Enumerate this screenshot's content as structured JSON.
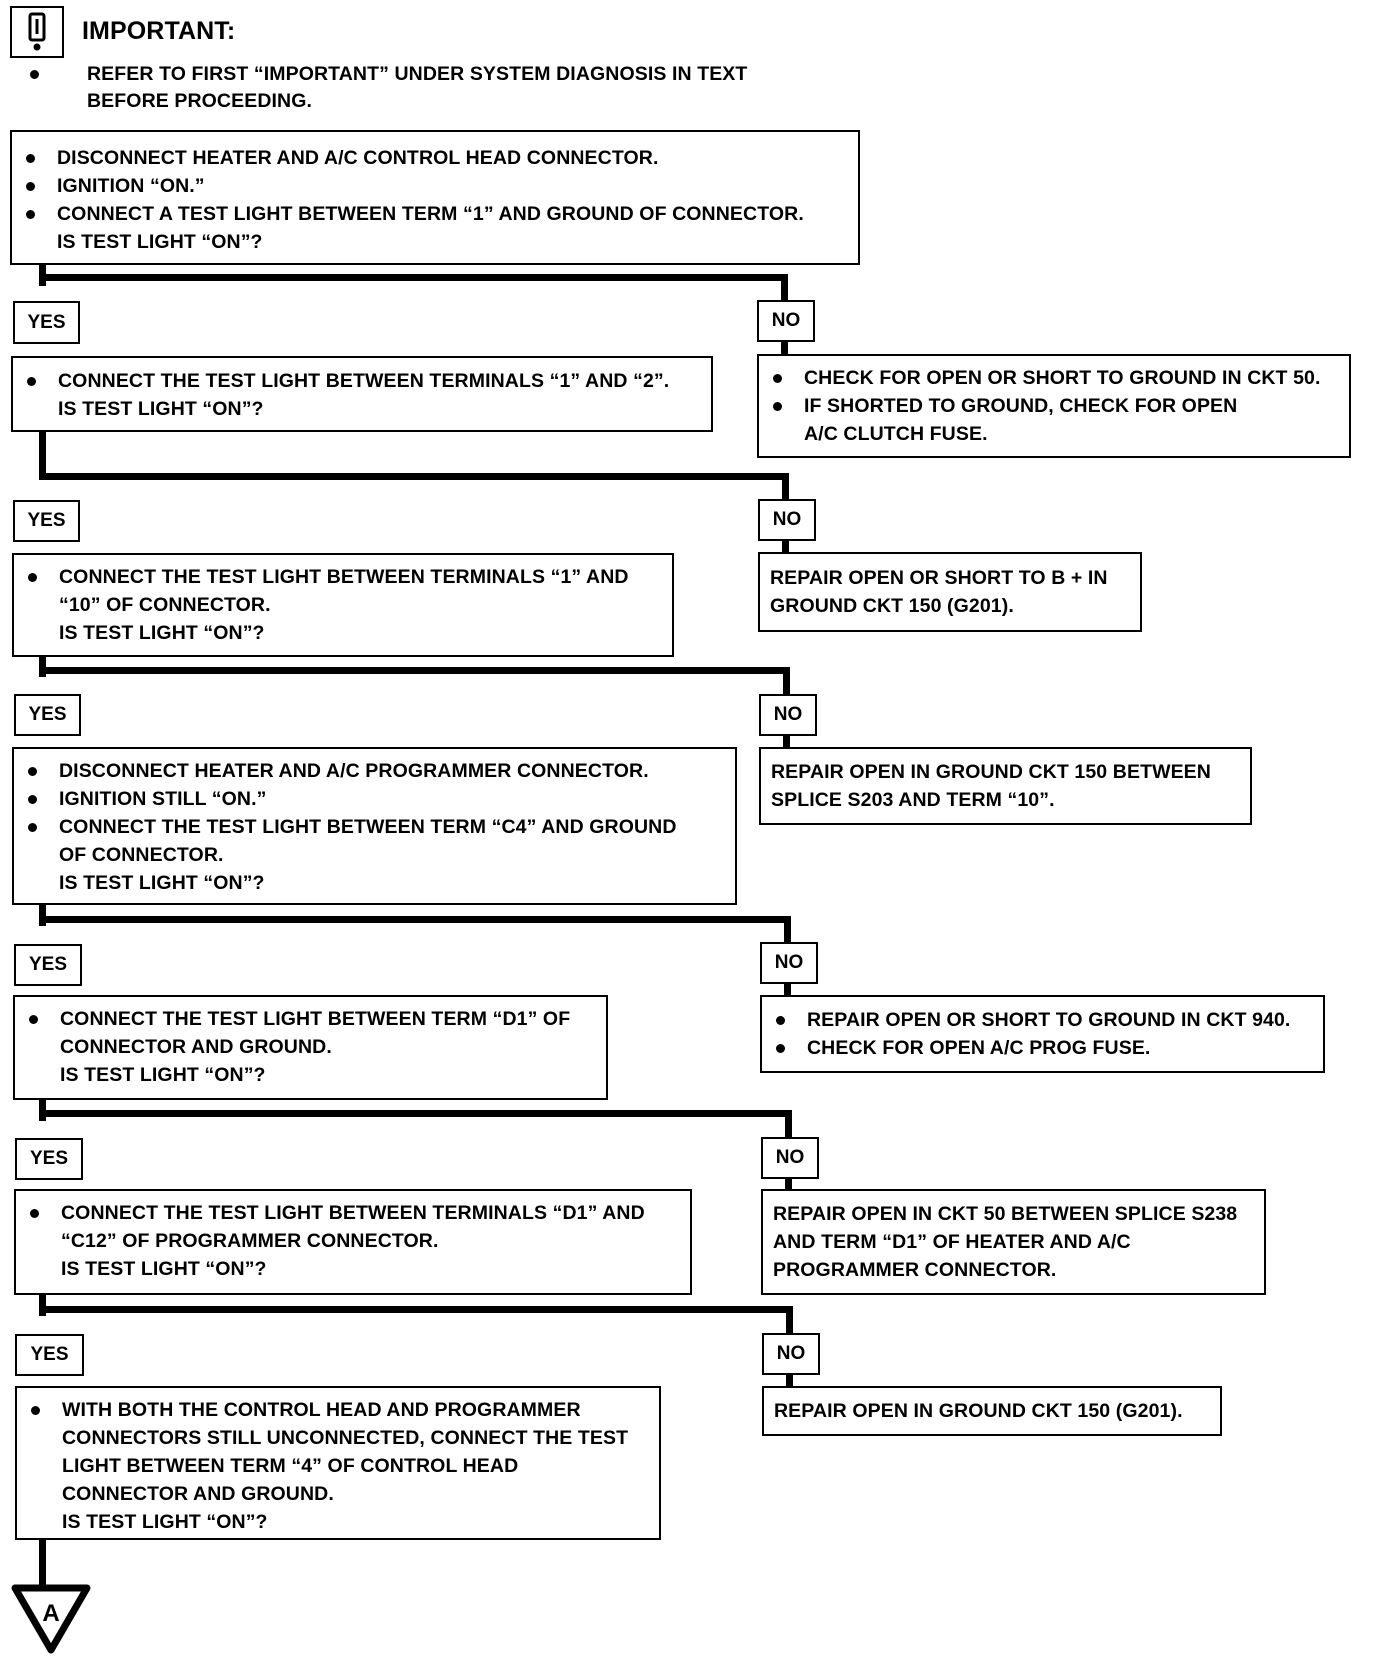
{
  "header": {
    "icon": "exclamation-warning-icon",
    "title": "IMPORTANT:",
    "note_lines": [
      "REFER TO FIRST “IMPORTANT” UNDER SYSTEM DIAGNOSIS IN TEXT",
      "BEFORE PROCEEDING."
    ]
  },
  "labels": {
    "yes": "YES",
    "no": "NO"
  },
  "steps": [
    {
      "bullets": [
        "DISCONNECT HEATER AND A/C CONTROL HEAD CONNECTOR.",
        "IGNITION “ON.”",
        "CONNECT A TEST LIGHT BETWEEN TERM “1” AND GROUND OF CONNECTOR."
      ],
      "question": "IS TEST LIGHT “ON”?"
    },
    {
      "bullets": [
        "CONNECT THE TEST LIGHT BETWEEN TERMINALS “1” AND “2”."
      ],
      "question": "IS TEST LIGHT “ON”?"
    },
    {
      "bullets": [
        "CONNECT THE TEST LIGHT BETWEEN TERMINALS “1” AND",
        "“10” OF CONNECTOR."
      ],
      "question": "IS TEST LIGHT “ON”?"
    },
    {
      "bullets": [
        "DISCONNECT HEATER AND A/C PROGRAMMER CONNECTOR.",
        "IGNITION STILL “ON.”",
        "CONNECT THE TEST LIGHT BETWEEN TERM “C4” AND GROUND",
        "OF CONNECTOR."
      ],
      "question": "IS TEST LIGHT “ON”?"
    },
    {
      "bullets": [
        "CONNECT THE TEST LIGHT BETWEEN TERM “D1” OF",
        "CONNECTOR AND GROUND."
      ],
      "question": "IS TEST LIGHT “ON”?"
    },
    {
      "bullets": [
        "CONNECT THE TEST LIGHT BETWEEN TERMINALS “D1” AND",
        "“C12” OF PROGRAMMER CONNECTOR."
      ],
      "question": "IS TEST LIGHT “ON”?"
    },
    {
      "bullets": [
        "WITH BOTH THE CONTROL HEAD AND PROGRAMMER",
        "CONNECTORS STILL UNCONNECTED, CONNECT THE TEST",
        "LIGHT BETWEEN TERM “4” OF CONTROL HEAD",
        "CONNECTOR AND GROUND."
      ],
      "question": "IS TEST LIGHT “ON”?"
    }
  ],
  "no_results": [
    {
      "lines": [
        "CHECK FOR OPEN OR SHORT TO GROUND IN CKT 50.",
        "IF SHORTED TO GROUND, CHECK FOR OPEN",
        "A/C CLUTCH FUSE."
      ]
    },
    {
      "lines": [
        "REPAIR OPEN OR SHORT TO B + IN",
        "GROUND CKT 150 (G201)."
      ]
    },
    {
      "lines": [
        "REPAIR OPEN IN GROUND CKT 150 BETWEEN",
        "SPLICE S203 AND TERM “10”."
      ]
    },
    {
      "lines": [
        "REPAIR OPEN OR SHORT TO GROUND IN CKT 940.",
        "CHECK FOR OPEN A/C PROG FUSE."
      ]
    },
    {
      "lines": [
        "REPAIR OPEN IN CKT 50 BETWEEN SPLICE S238",
        "AND TERM “D1” OF HEATER AND A/C",
        "PROGRAMMER CONNECTOR."
      ]
    },
    {
      "lines": [
        "REPAIR OPEN IN GROUND CKT 150 (G201)."
      ]
    }
  ],
  "connector": {
    "label": "A",
    "icon": "offpage-connector-triangle-icon"
  }
}
